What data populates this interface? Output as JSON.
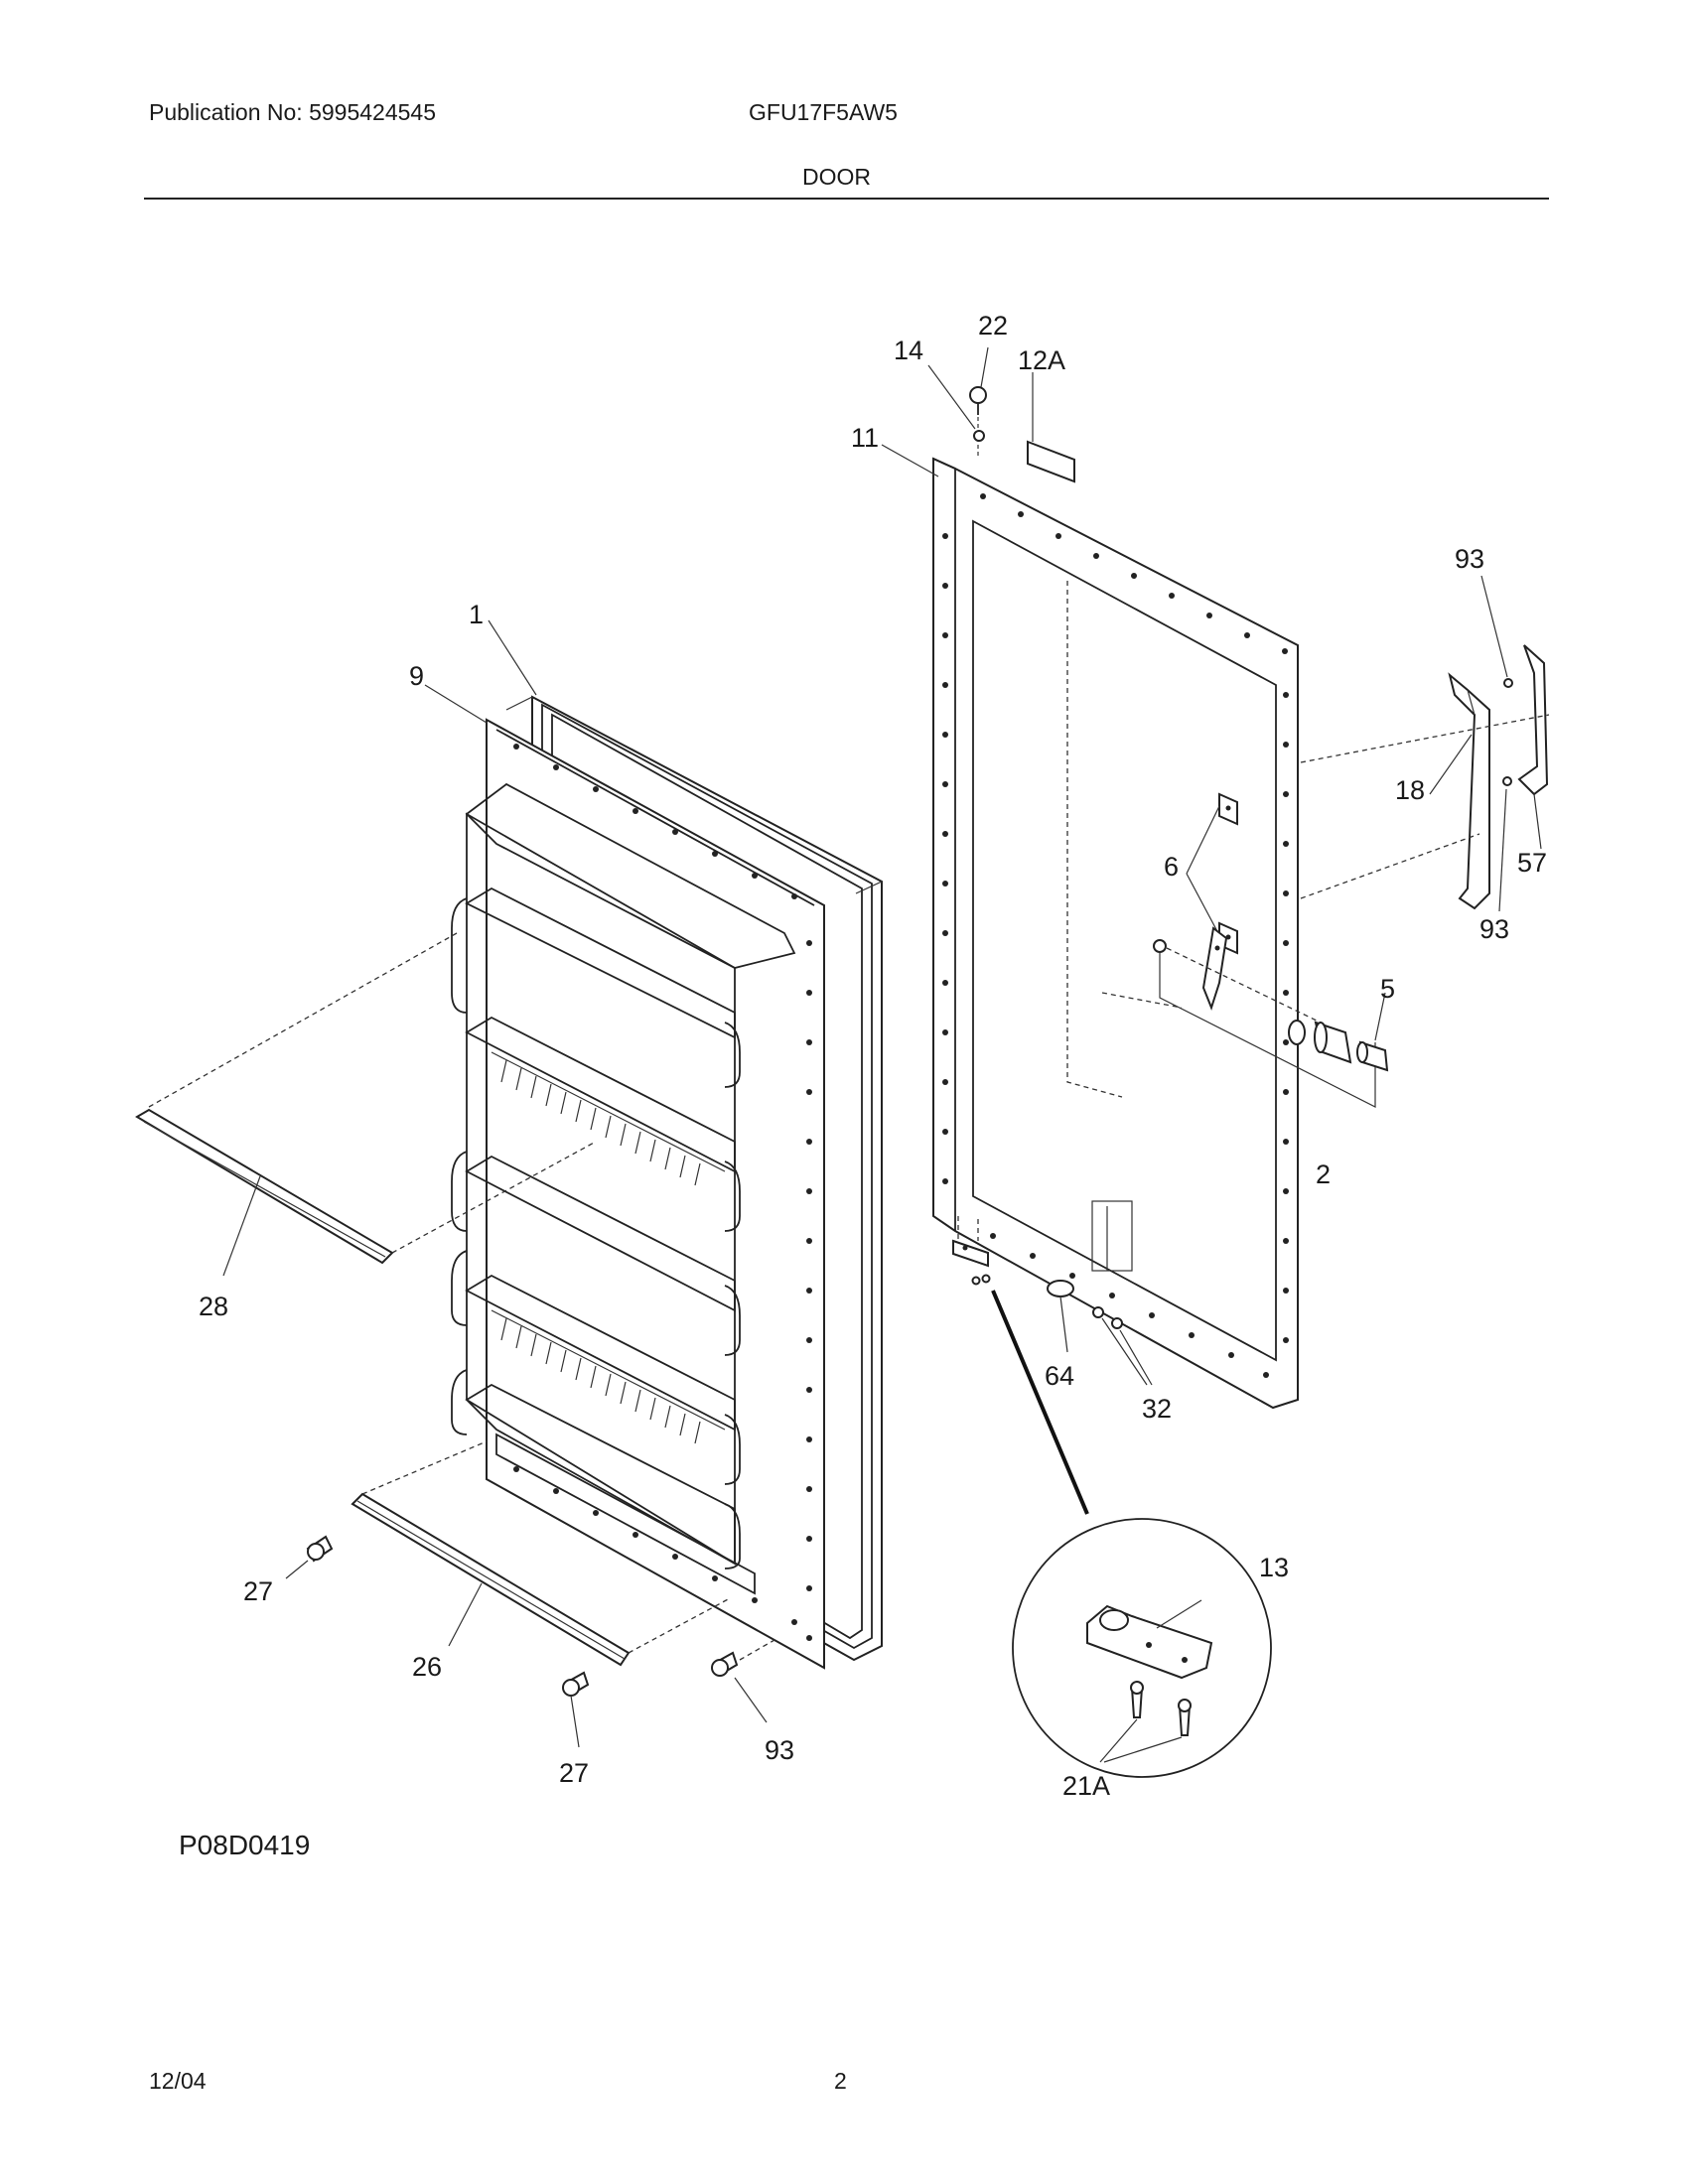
{
  "header": {
    "publication": "Publication No: 5995424545",
    "model": "GFU17F5AW5",
    "section": "DOOR"
  },
  "footer": {
    "date": "12/04",
    "page": "2"
  },
  "diagram": {
    "drawing_code": "P08D0419",
    "callouts": [
      "22",
      "14",
      "12A",
      "11",
      "93",
      "1",
      "9",
      "18",
      "57",
      "6",
      "93",
      "5",
      "2",
      "28",
      "64",
      "32",
      "13",
      "27",
      "26",
      "93",
      "27",
      "21A"
    ]
  }
}
